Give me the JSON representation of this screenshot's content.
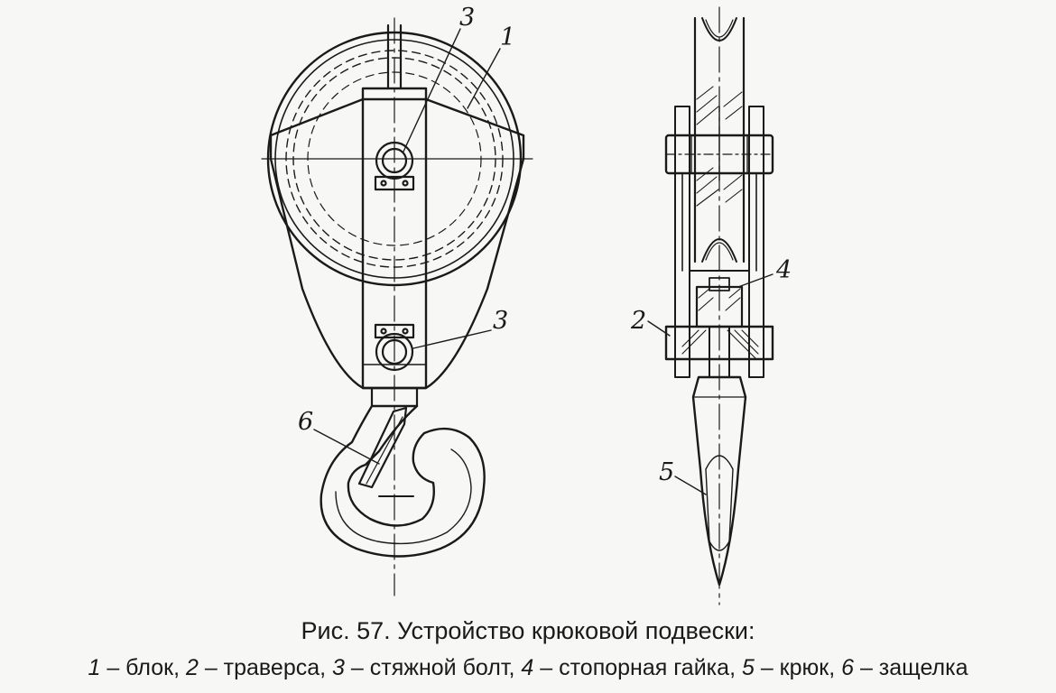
{
  "figure": {
    "caption_title": "Рис. 57. Устройство крюковой подвески:",
    "legend": [
      {
        "num": "1",
        "text": "блок"
      },
      {
        "num": "2",
        "text": "траверса"
      },
      {
        "num": "3",
        "text": "стяжной болт"
      },
      {
        "num": "4",
        "text": "стопорная гайка"
      },
      {
        "num": "5",
        "text": "крюк"
      },
      {
        "num": "6",
        "text": "защелка"
      }
    ],
    "legend_separator": " – ",
    "legend_delimiter": ", "
  },
  "callouts": {
    "front_bolt_top": "3",
    "front_block": "1",
    "front_bolt_bottom": "3",
    "front_latch": "6",
    "side_traverse": "2",
    "side_nut": "4",
    "side_hook": "5"
  },
  "colors": {
    "ink": "#1a1a1a",
    "paper": "#f7f7f5"
  }
}
